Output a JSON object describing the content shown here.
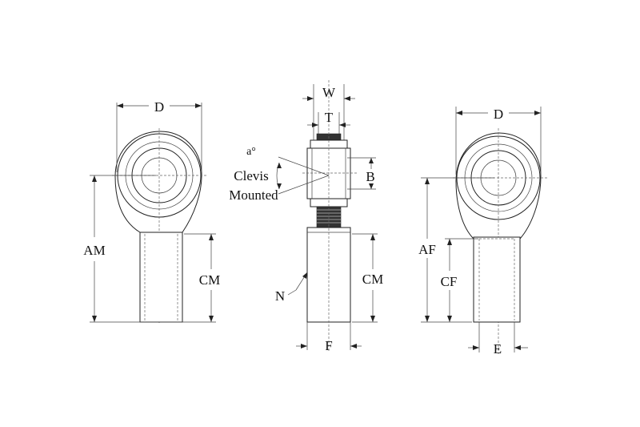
{
  "labels": {
    "d_left": "D",
    "am": "AM",
    "cm_left": "CM",
    "w": "W",
    "t": "T",
    "a_deg": "a°",
    "clevis": "Clevis",
    "mounted": "Mounted",
    "b": "B",
    "n": "N",
    "cm_mid": "CM",
    "f": "F",
    "d_right": "D",
    "af": "AF",
    "cf": "CF",
    "e": "E"
  }
}
